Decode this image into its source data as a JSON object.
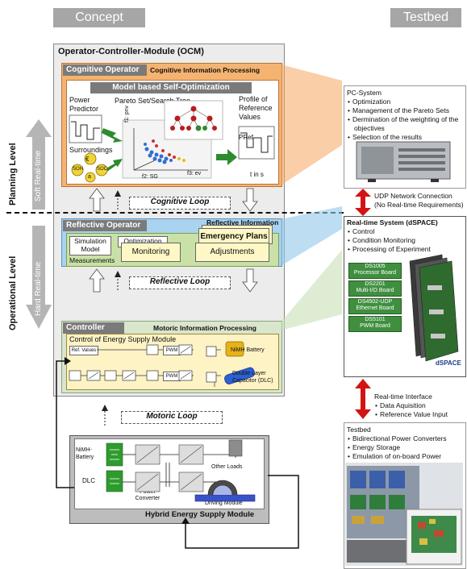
{
  "headers": {
    "concept": "Concept",
    "testbed": "Testbed"
  },
  "ocm": {
    "title": "Operator-Controller-Module (OCM)",
    "cognitive": {
      "label": "Cognitive Operator",
      "info": "Cognitive Information Processing",
      "self_opt": "Model based Self-Optimization",
      "power_predictor": "Power Predictor",
      "pareto": "Pareto Set/Search Tree",
      "profile": "Profile of Reference Values",
      "surroundings": "Surroundings",
      "soh": "SOH",
      "soc": "SOC",
      "euro": "€",
      "a": "a",
      "f1": "f1: pnv",
      "f2": "f2: SG",
      "f3": "f3: ev",
      "pref": "PRef",
      "tins": "t in s"
    },
    "cognitive_loop": "Cognitive Loop",
    "reflective": {
      "label": "Reflective Operator",
      "info": "Reflective Information Processing",
      "sim_model": "Simulation Model",
      "optimization": "Optimization",
      "measurements": "Measurements",
      "monitoring": "Monitoring",
      "emergency": "Emergency Plans",
      "adjustments": "Adjustments"
    },
    "reflective_loop": "Reflective Loop",
    "controller": {
      "label": "Controller",
      "info": "Motoric Information Processing",
      "control_title": "Control of Energy Supply Module",
      "ref_values": "Ref. Values",
      "pwm": "PWM",
      "nimh": "NiMH Battery",
      "dlc": "Double Layer Capacitor (DLC)"
    }
  },
  "motoric_loop": "Motoric Loop",
  "hybrid": {
    "title": "Hybrid Energy Supply Module",
    "nimh": "NiMH-Battery",
    "dlc": "DLC",
    "power_converter": "Power Converter",
    "other_loads": "Other Loads",
    "driving_module": "Driving Module"
  },
  "levels": {
    "planning": "Planning Level",
    "operational": "Operational Level",
    "soft": "Soft Real-time",
    "hard": "Hard Real-time"
  },
  "pc_system": {
    "title": "PC-System",
    "items": [
      "Optimization",
      "Management of the Pareto Sets",
      "Dermination of the weighting of the objectives",
      "Selection of the results"
    ]
  },
  "udp": {
    "line1": "UDP Network Connection",
    "line2": "(No Real-time Requirements)"
  },
  "rts": {
    "title": "Real-time System (dSPACE)",
    "items": [
      "Control",
      "Condition Monitoring",
      "Processing of Experiment"
    ],
    "boards": [
      {
        "name": "DS1005",
        "desc": "Processor Board"
      },
      {
        "name": "DS2201",
        "desc": "Multi-I/O Board"
      },
      {
        "name": "DS4502-UDP",
        "desc": "Ethernet Board"
      },
      {
        "name": "DS5101",
        "desc": "PWM Board"
      }
    ],
    "logo": "dSPACE"
  },
  "rti": {
    "title": "Real-time Interface",
    "items": [
      "Data Aquisition",
      "Reference Value Input"
    ]
  },
  "testbed": {
    "title": "Testbed",
    "items": [
      "Bidirectional Power Converters",
      "Energy Storage",
      "Emulation of on-board Power"
    ]
  }
}
